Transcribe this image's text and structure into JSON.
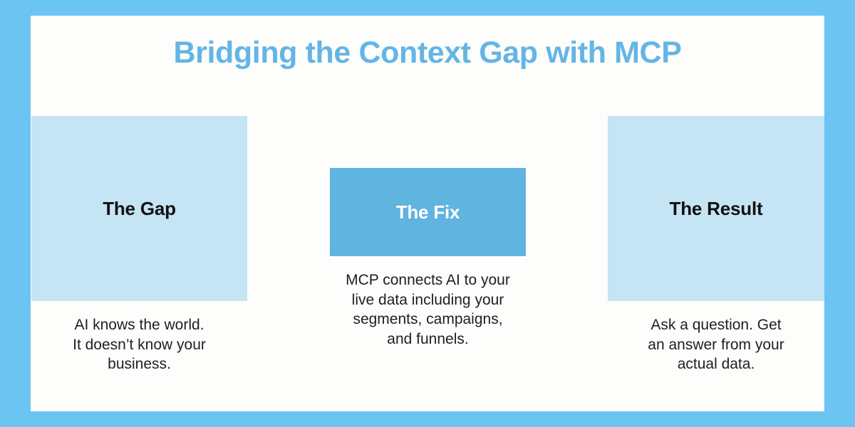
{
  "page": {
    "title": "Bridging the Context Gap with MCP",
    "frame_color": "#6CC4F2",
    "canvas_color": "#FDFDFB",
    "title_color": "#64B5E5",
    "card_light_color": "#C5E4F4",
    "card_strong_color": "#5FB4E0"
  },
  "columns": [
    {
      "key": "gap",
      "label": "The Gap",
      "emphasis": "light",
      "caption_lines": [
        "AI knows the world.",
        "It doesn’t know your",
        "business."
      ]
    },
    {
      "key": "fix",
      "label": "The Fix",
      "emphasis": "strong",
      "caption_lines": [
        "MCP connects AI to your",
        "live data including your",
        "segments, campaigns,",
        "and funnels."
      ]
    },
    {
      "key": "result",
      "label": "The Result",
      "emphasis": "light",
      "caption_lines": [
        "Ask a question. Get",
        "an answer from your",
        "actual data."
      ]
    }
  ]
}
